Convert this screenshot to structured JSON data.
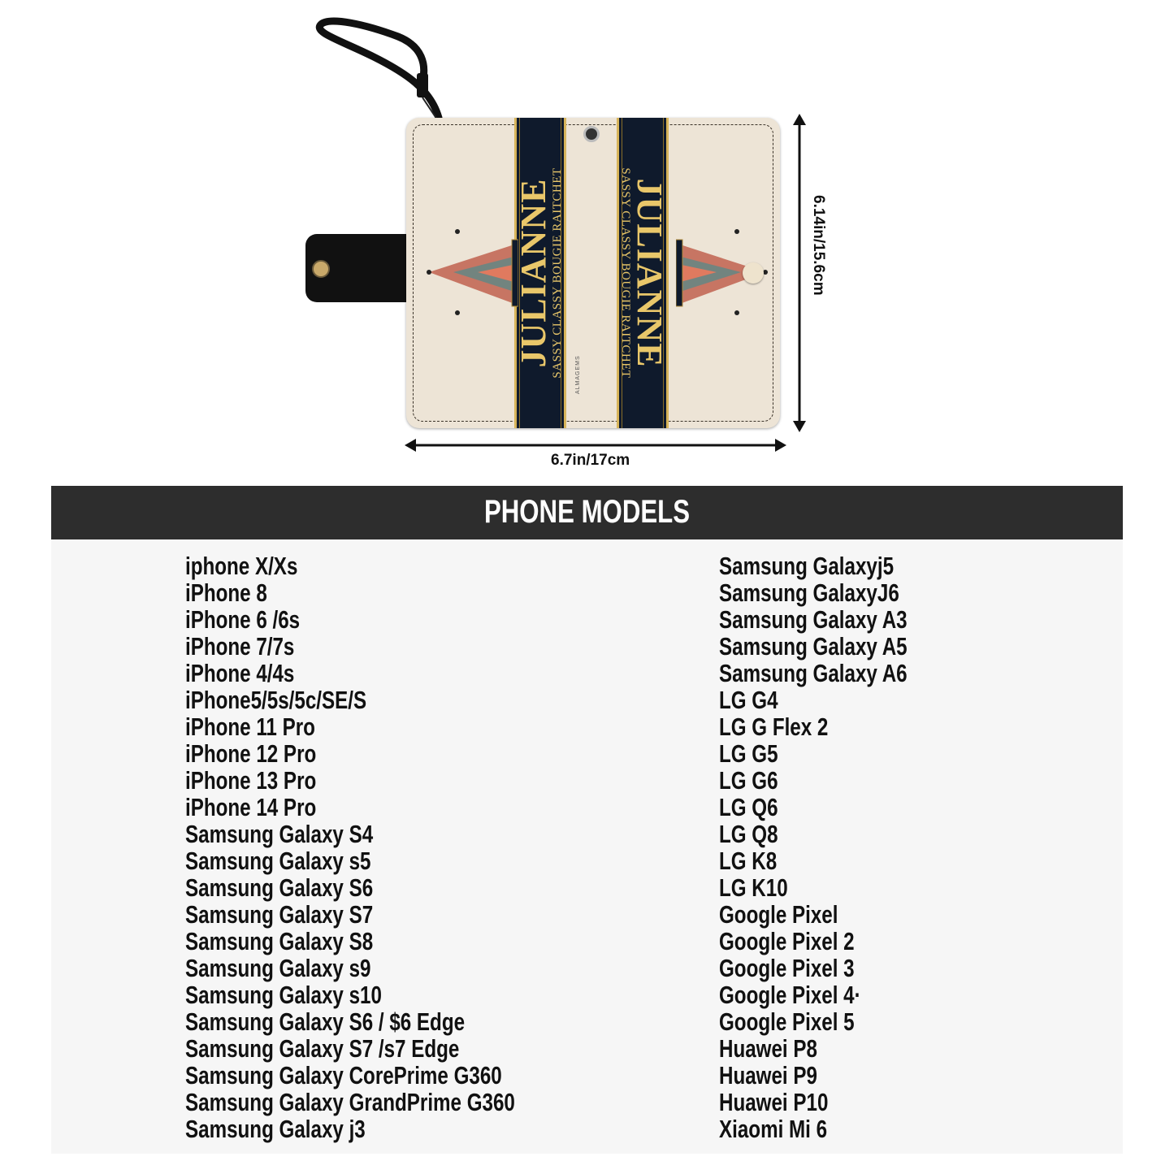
{
  "product": {
    "name_text": "JULIANNE",
    "tagline": "SASSY CLASSY BOUGIE RAITCHET",
    "brand_mark": "ALMAGEMS",
    "width_label": "6.7in/17cm",
    "height_label": "6.14in/15.6cm",
    "colors": {
      "leather": "#ede4d6",
      "strip": "#0f1a2c",
      "gold": "#d7b45a"
    }
  },
  "models": {
    "title": "PHONE MODELS",
    "left": [
      "iphone X/Xs",
      "iPhone 8",
      "iPhone 6 /6s",
      "iPhone 7/7s",
      "iPhone 4/4s",
      "iPhone5/5s/5c/SE/S",
      "iPhone 11 Pro",
      "iPhone 12 Pro",
      "iPhone 13 Pro",
      "iPhone 14 Pro",
      "Samsung Galaxy S4",
      "Samsung Galaxy s5",
      "Samsung Galaxy S6",
      "Samsung Galaxy S7",
      "Samsung Galaxy S8",
      "Samsung Galaxy s9",
      "Samsung Galaxy s10",
      "Samsung Galaxy S6 / $6 Edge",
      "Samsung Galaxy S7 /s7 Edge",
      "Samsung Galaxy CorePrime G360",
      "Samsung Galaxy GrandPrime G360",
      "Samsung Galaxy j3"
    ],
    "right": [
      "Samsung Galaxyj5",
      "Samsung GalaxyJ6",
      "Samsung Galaxy A3",
      "Samsung Galaxy A5",
      "Samsung Galaxy A6",
      "LG G4",
      "LG G Flex 2",
      "LG G5",
      "LG G6",
      "LG Q6",
      "LG Q8",
      "LG K8",
      "LG K10",
      "Google Pixel",
      "Google Pixel 2",
      "Google Pixel 3",
      "Google Pixel 4·",
      "Google Pixel 5",
      "Huawei P8",
      "Huawei P9",
      "Huawei P10",
      "Xiaomi Mi 6"
    ]
  }
}
